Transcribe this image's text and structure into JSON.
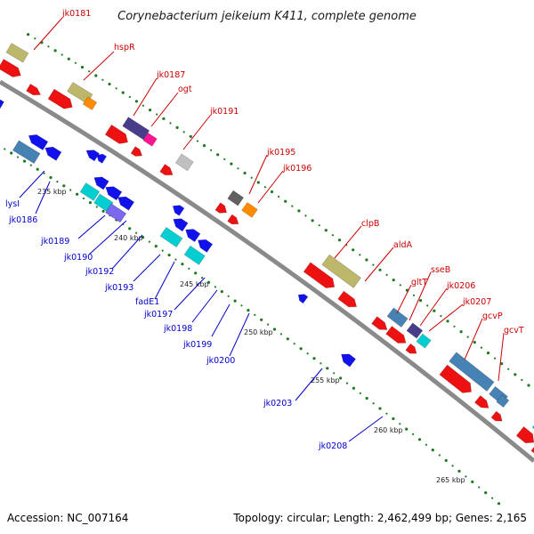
{
  "title": "Corynebacterium jeikeium K411, complete genome",
  "footer": {
    "accession": "Accession: NC_007164",
    "topology": "Topology: circular; Length: 2,462,499 bp; Genes: 2,165"
  },
  "colors": {
    "forward_label": "#cc0000",
    "reverse_label": "#0000cc",
    "backbone": "#8a8a8a",
    "gc_dots": "#1e7a1e"
  },
  "ticks": [
    "235 kbp",
    "240 kbp",
    "245 kbp",
    "250 kbp",
    "255 kbp",
    "260 kbp",
    "265 kbp"
  ],
  "forward_labels": [
    "jk0181",
    "hspR",
    "jk0187",
    "ogt",
    "jk0191",
    "jk0195",
    "jk0196",
    "clpB",
    "aldA",
    "gltT",
    "sseB",
    "jk0206",
    "jk0207",
    "gcvP",
    "gcvT"
  ],
  "reverse_labels": [
    "lysI",
    "jk0186",
    "jk0189",
    "jk0190",
    "jk0192",
    "jk0193",
    "fadE1",
    "jk0197",
    "jk0198",
    "jk0199",
    "jk0200",
    "jk0203",
    "jk0208"
  ],
  "gene_colors": {
    "forward_cds": "#ee1111",
    "reverse_cds": "#1111ee",
    "function_tan": "#bdb76b",
    "function_orange": "#ff8c00",
    "function_purple": "#483d8b",
    "function_magenta": "#ff1493",
    "function_grey": "#c0c0c0",
    "function_darkgrey": "#606060",
    "function_steelblue": "#4682b4",
    "function_cyan": "#00ced1",
    "function_medpurple": "#7b68ee",
    "function_lightblue": "#00bfff",
    "function_pink": "#ff9999"
  }
}
